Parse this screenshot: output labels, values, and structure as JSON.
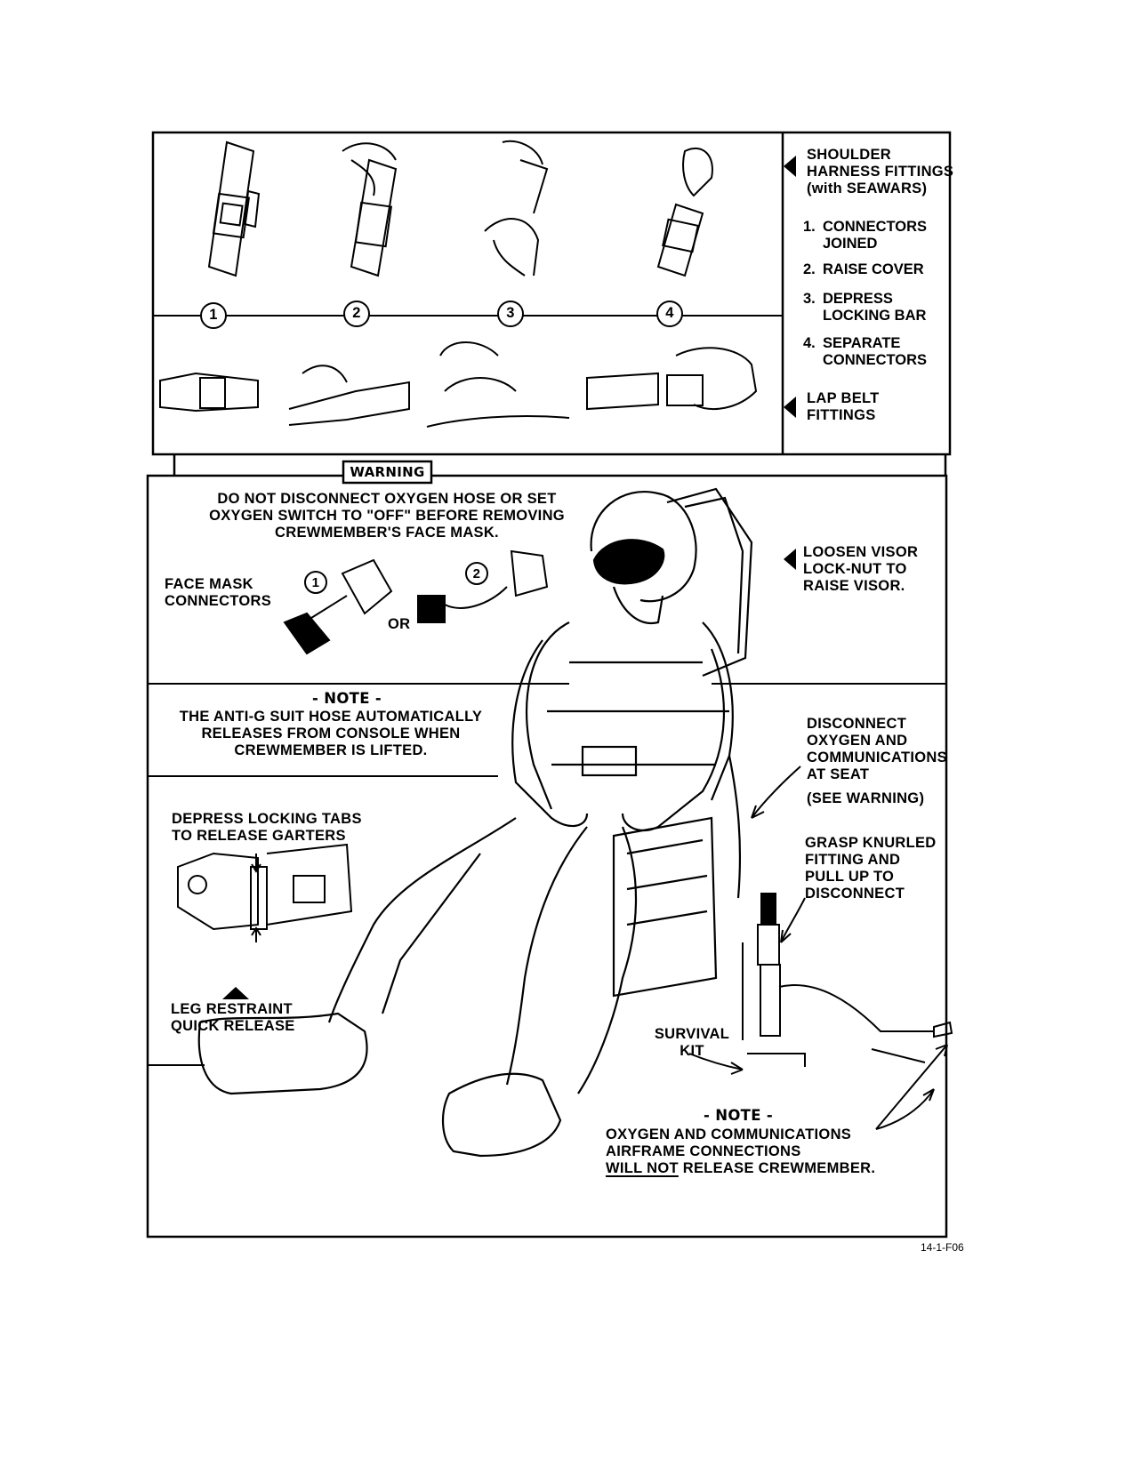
{
  "top_panel": {
    "shoulder_heading": [
      "SHOULDER",
      "HARNESS FITTINGS",
      "(with SEAWARS)"
    ],
    "steps": [
      {
        "num": "1.",
        "lines": [
          "CONNECTORS",
          "JOINED"
        ]
      },
      {
        "num": "2.",
        "lines": [
          "RAISE COVER"
        ]
      },
      {
        "num": "3.",
        "lines": [
          "DEPRESS",
          "LOCKING BAR"
        ]
      },
      {
        "num": "4.",
        "lines": [
          "SEPARATE",
          "CONNECTORS"
        ]
      }
    ],
    "lap_heading": [
      "LAP BELT",
      "FITTINGS"
    ],
    "step_circles": [
      "1",
      "2",
      "3",
      "4"
    ]
  },
  "warning": {
    "title": "WARNING",
    "lines": [
      "DO NOT DISCONNECT OXYGEN HOSE OR SET",
      "OXYGEN SWITCH TO \"OFF\" BEFORE REMOVING",
      "CREWMEMBER'S FACE MASK."
    ]
  },
  "face_mask": {
    "label": [
      "FACE MASK",
      "CONNECTORS"
    ],
    "circle1": "1",
    "circle2": "2",
    "or": "OR"
  },
  "visor": [
    "LOOSEN VISOR",
    "LOCK-NUT TO",
    "RAISE VISOR."
  ],
  "note1": {
    "title": "- NOTE -",
    "lines": [
      "THE ANTI-G SUIT HOSE AUTOMATICALLY",
      "RELEASES FROM CONSOLE WHEN",
      "CREWMEMBER IS LIFTED."
    ]
  },
  "disconnect": [
    "DISCONNECT",
    "OXYGEN AND",
    "COMMUNICATIONS",
    "AT SEAT"
  ],
  "see_warning": "(SEE WARNING)",
  "garters": [
    "DEPRESS LOCKING TABS",
    "TO RELEASE GARTERS"
  ],
  "grasp": [
    "GRASP KNURLED",
    "FITTING AND",
    "PULL UP TO",
    "DISCONNECT"
  ],
  "leg_restraint": [
    "LEG RESTRAINT",
    "QUICK RELEASE"
  ],
  "survival_kit": [
    "SURVIVAL",
    "KIT"
  ],
  "note2": {
    "title": "- NOTE -",
    "line1": "OXYGEN AND COMMUNICATIONS",
    "line2": "AIRFRAME CONNECTIONS",
    "line3_underlined": "WILL NOT",
    "line3_rest": " RELEASE CREWMEMBER."
  },
  "figure_ref": "14-1-F06"
}
